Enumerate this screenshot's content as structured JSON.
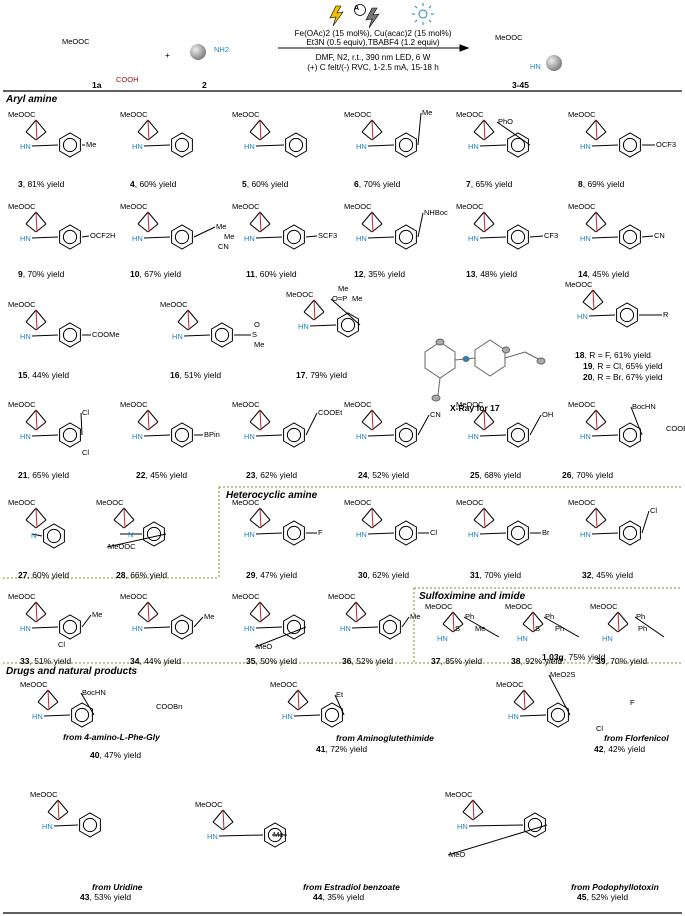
{
  "scheme": {
    "reactant_1": {
      "id": "1a",
      "ester": "MeOOC",
      "acid": "COOH"
    },
    "reactant_2": {
      "id": "2",
      "group": "NH2"
    },
    "plus": "+",
    "product": {
      "id": "3-45",
      "ester": "MeOOC",
      "amine": "HN"
    },
    "conditions": [
      "Fe(OAc)2 (15 mol%), Cu(acac)2 (15 mol%)",
      "Et3N (0.5 equiv),TBABF4 (1.2 equiv)",
      "DMF, N2, r.t., 390 nm LED, 6 W",
      "(+) C felt/(-) RVC, 1-2.5 mA, 15-18 h"
    ],
    "icon_label": "A"
  },
  "sections": {
    "aryl": "Aryl amine",
    "hetero": "Heterocyclic amine",
    "sulfox": "Sulfoximine and imide",
    "drugs": "Drugs and natural products"
  },
  "common": {
    "ester": "MeOOC",
    "nh": "HN",
    "n": "N"
  },
  "compounds": [
    {
      "id": "3",
      "text": ", 81% yield",
      "sub": "Me"
    },
    {
      "id": "4",
      "text": ", 60% yield"
    },
    {
      "id": "5",
      "text": ", 60% yield"
    },
    {
      "id": "6",
      "text": ", 70% yield",
      "sub": "Me"
    },
    {
      "id": "7",
      "text": ", 65% yield",
      "sub": "PhO"
    },
    {
      "id": "8",
      "text": ", 69% yield",
      "sub": "OCF3"
    },
    {
      "id": "9",
      "text": ", 70% yield",
      "sub": "OCF2H"
    },
    {
      "id": "10",
      "text": ", 67% yield",
      "sub": "Me",
      "sub2": "Me",
      "sub3": "CN"
    },
    {
      "id": "11",
      "text": ", 60% yield",
      "sub": "SCF3"
    },
    {
      "id": "12",
      "text": ", 35% yield",
      "sub": "NHBoc"
    },
    {
      "id": "13",
      "text": ", 48% yield",
      "sub": "CF3"
    },
    {
      "id": "14",
      "text": ", 45% yield",
      "sub": "CN"
    },
    {
      "id": "15",
      "text": ", 44% yield",
      "sub": "COOMe"
    },
    {
      "id": "16",
      "text": ", 51% yield",
      "sub": "S",
      "sub2": "O",
      "sub3": "Me"
    },
    {
      "id": "17",
      "text": ", 79% yield",
      "sub": "O=P",
      "sub2": "Me",
      "sub3": "Me"
    },
    {
      "id": "18",
      "text": ", R = F, 61% yield",
      "sub": "R"
    },
    {
      "id": "19",
      "text": ", R = Cl, 65% yield"
    },
    {
      "id": "20",
      "text": ", R = Br, 67% yield"
    },
    {
      "id": "21",
      "text": ", 65% yield",
      "sub": "Cl",
      "sub2": "Cl"
    },
    {
      "id": "22",
      "text": ", 45% yield",
      "sub": "BPin"
    },
    {
      "id": "23",
      "text": ", 62% yield",
      "sub": "COOEt"
    },
    {
      "id": "24",
      "text": ", 52% yield",
      "sub": "CN"
    },
    {
      "id": "25",
      "text": ", 68% yield",
      "sub": "OH"
    },
    {
      "id": "26",
      "text": ", 70% yield",
      "sub": "BocHN",
      "sub2": "COOEt"
    },
    {
      "id": "27",
      "text": ", 60% yield"
    },
    {
      "id": "28",
      "text": ", 66% yield",
      "sub": "MeOOC"
    },
    {
      "id": "29",
      "text": ", 47% yield",
      "sub": "F"
    },
    {
      "id": "30",
      "text": ", 62% yield",
      "sub": "Cl"
    },
    {
      "id": "31",
      "text": ", 70% yield",
      "sub": "Br"
    },
    {
      "id": "32",
      "text": ", 45% yield",
      "sub": "Cl"
    },
    {
      "id": "33",
      "text": ", 51% yield",
      "sub": "Me",
      "sub2": "Cl"
    },
    {
      "id": "34",
      "text": ", 44% yield",
      "sub": "Me"
    },
    {
      "id": "35",
      "text": ", 50% yield",
      "sub": "MeO"
    },
    {
      "id": "36",
      "text": ", 52% yield",
      "sub": "Me"
    },
    {
      "id": "37",
      "text": ", 85% yield",
      "sub": "Ph",
      "sub2": "S",
      "sub3": "Me"
    },
    {
      "id": "38",
      "text": ", 92% yield",
      "sub": "Ph",
      "sub2": "S",
      "sub3": "Ph"
    },
    {
      "id": "39",
      "text": ", 70% yield",
      "sub": "Ph",
      "sub2": "Ph"
    },
    {
      "id": "40",
      "text": ", 47% yield",
      "sub": "BocHN",
      "sub2": "COOBn"
    },
    {
      "id": "41",
      "text": ", 72% yield",
      "sub": "Et"
    },
    {
      "id": "42",
      "text": ", 42% yield",
      "sub": "MeO2S",
      "sub2": "F",
      "sub3": "Cl"
    },
    {
      "id": "43",
      "text": ", 53% yield"
    },
    {
      "id": "44",
      "text": ", 35% yield",
      "sub": "Me"
    },
    {
      "id": "45",
      "text": ", 52% yield",
      "sub": "MeO"
    }
  ],
  "scale_note": {
    "amount": "1.03g",
    "text": ", 75% yield"
  },
  "xray": {
    "label": "X-Ray for 17"
  },
  "sources": {
    "40": "from 4-amino-L-Phe-Gly",
    "41": "from Aminoglutethimide",
    "42": "from Florfenicol",
    "43": "from Uridine",
    "44": "from Estradiol benzoate",
    "45": "from  Podophyllotoxin"
  },
  "colors": {
    "nh": "#1f86c6",
    "acid": "#a0161c",
    "bond_red": "#c0272d",
    "divider": "#8a8a2a"
  }
}
